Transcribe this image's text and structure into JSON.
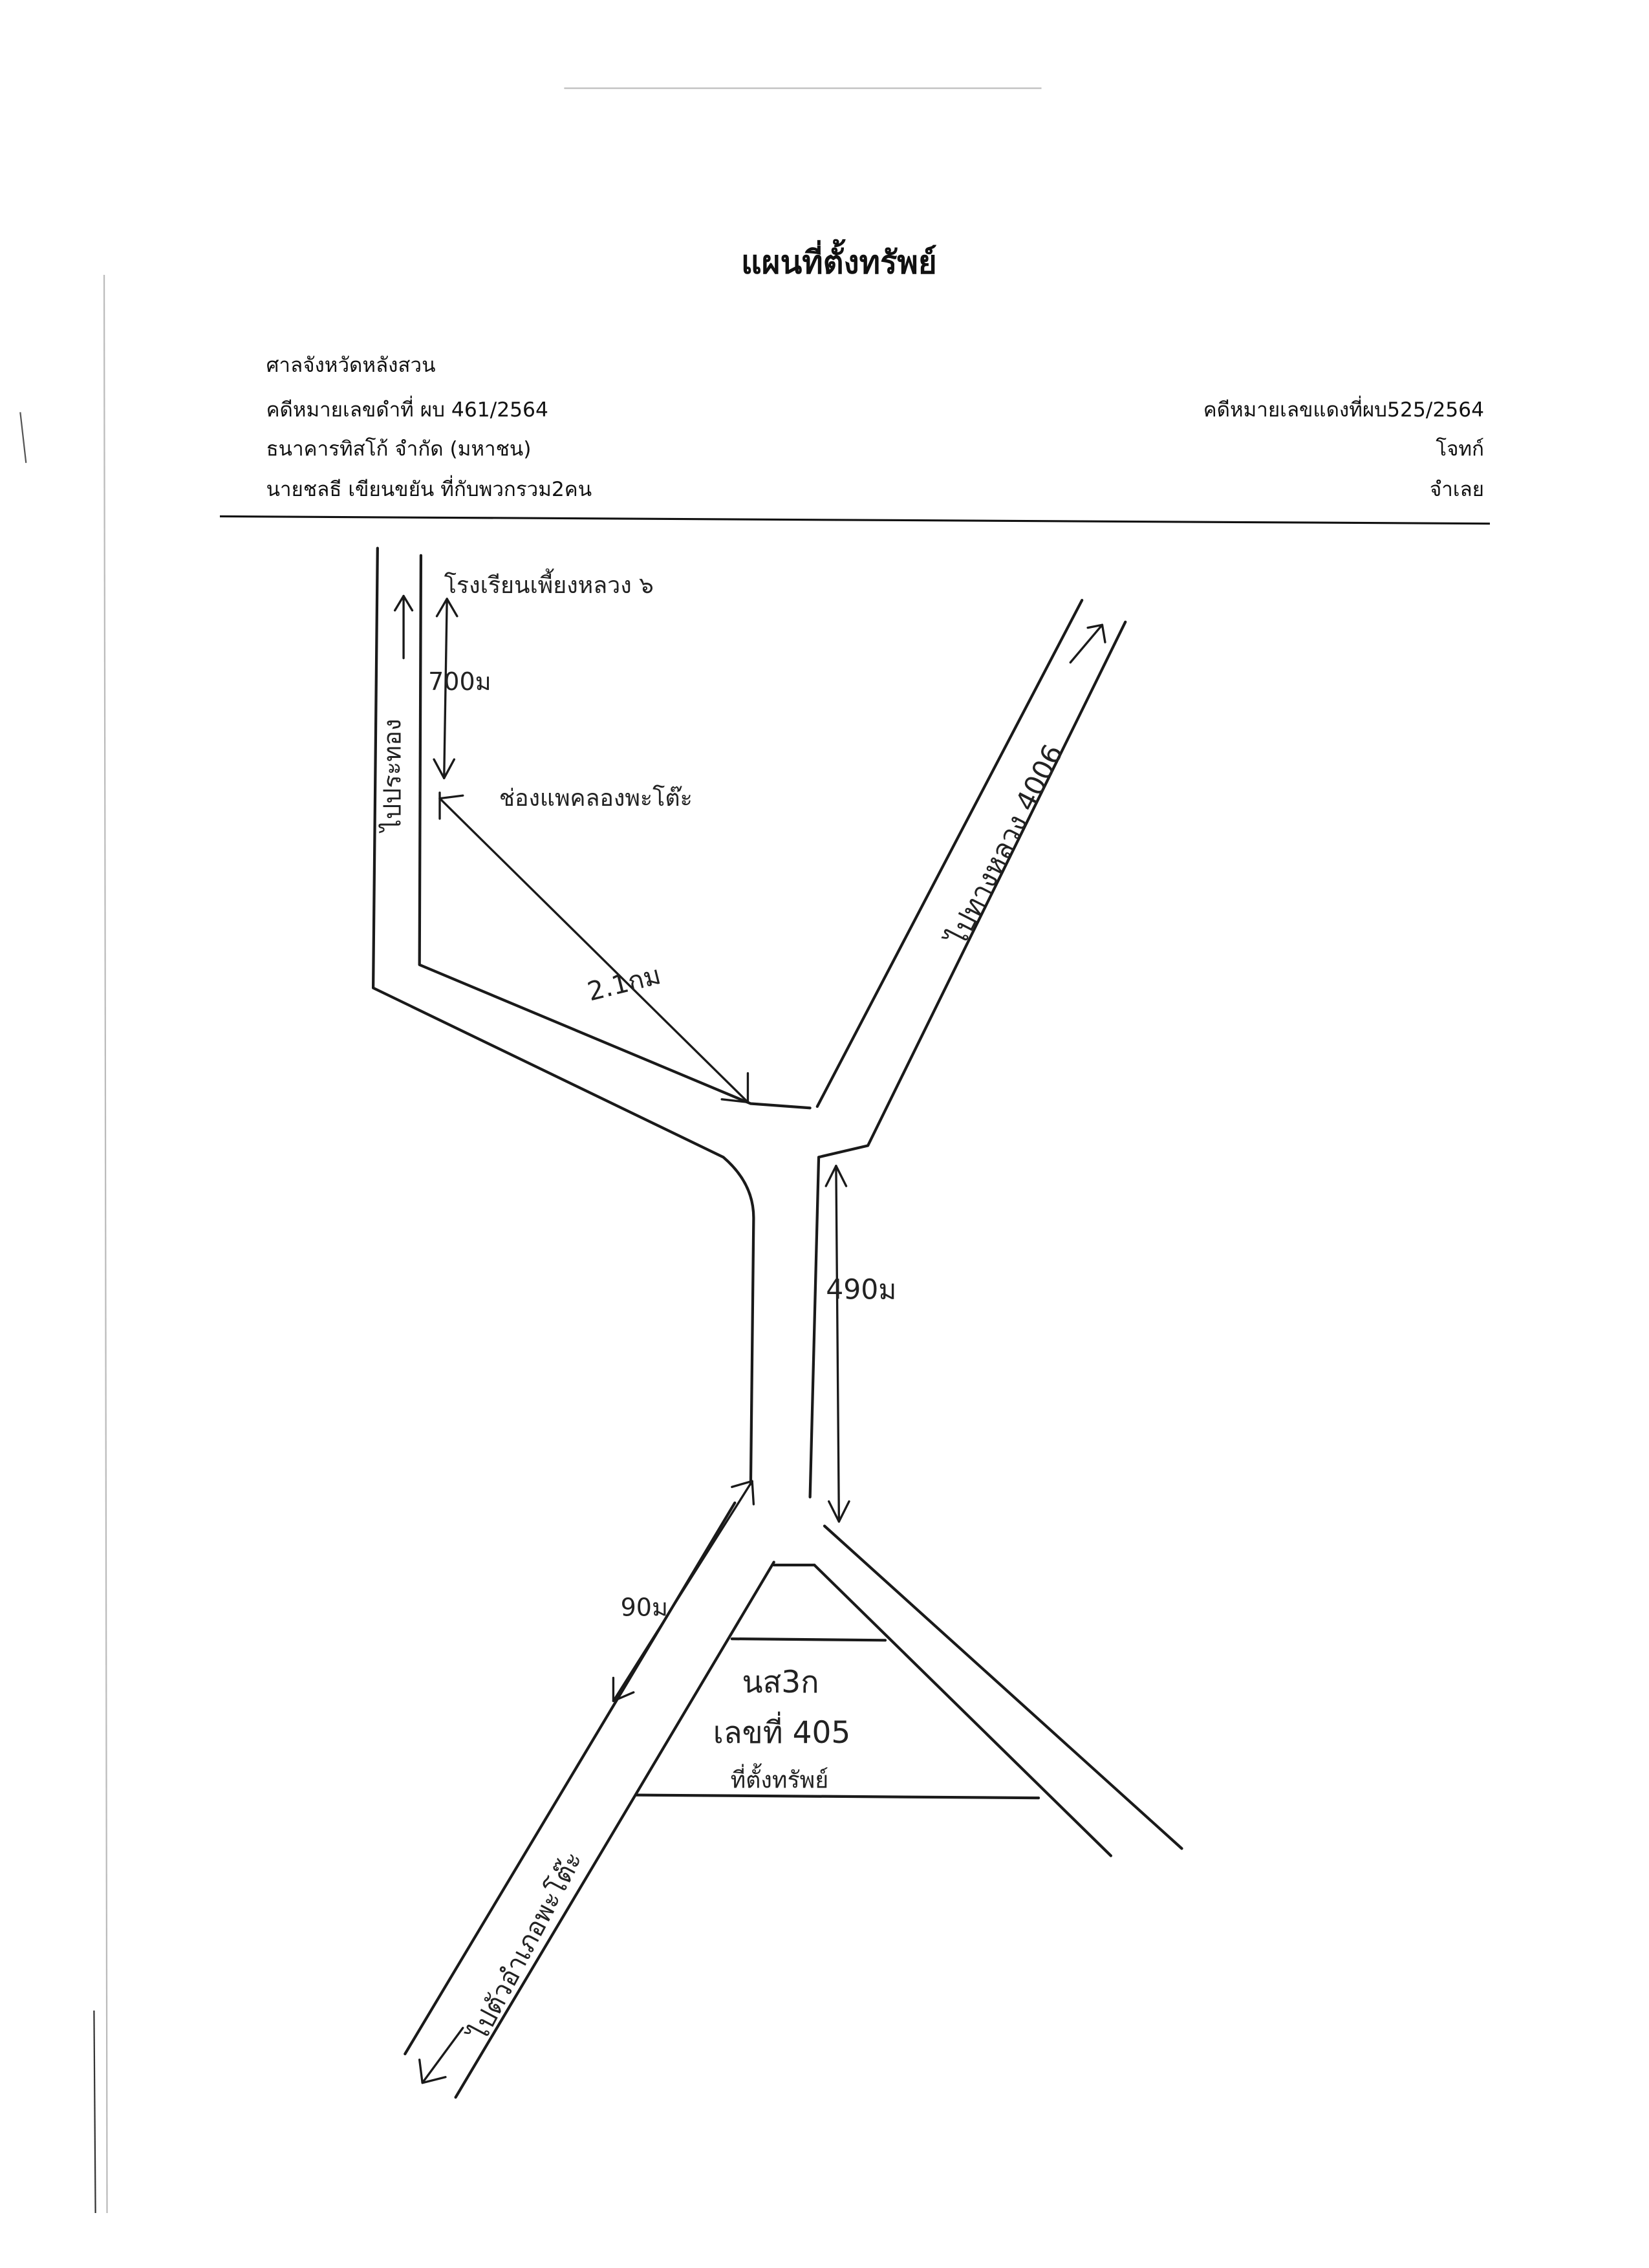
{
  "document": {
    "title": "แผนที่ตั้งทรัพย์",
    "court": "ศาลจังหวัดหลังสวน",
    "black_case": "คดีหมายเลขดำที่ ผบ 461/2564",
    "red_case": "คดีหมายเลขแดงที่ผบ525/2564",
    "plaintiff": "ธนาคารทิสโก้ จำกัด (มหาชน)",
    "plaintiff_role": "โจทก์",
    "defendant": "นายชลธี เขียนขยัน ที่กับพวกรวม2คน",
    "defendant_role": "จำเลย"
  },
  "map": {
    "label_school": "โรงเรียนเพี้ยงหลวง ๖",
    "label_to_prathong": "ไปประทอง",
    "label_700m": "700ม",
    "label_canal_junction": "ช่องแพคลองพะโต๊ะ",
    "label_2_1km": "2.1กม",
    "label_highway": "ไปทางหลวง 4006",
    "label_490m": "490ม",
    "label_90m": "90ม",
    "label_to_phato_district": "ไปตัวอำเภอพะโต๊ะ",
    "label_title_deed": "นส3ก",
    "label_number": "เลขที่ 405",
    "label_property": "ที่ตั้งทรัพย์"
  },
  "colors": {
    "ink": "#1a1a1a",
    "paper": "#ffffff"
  }
}
